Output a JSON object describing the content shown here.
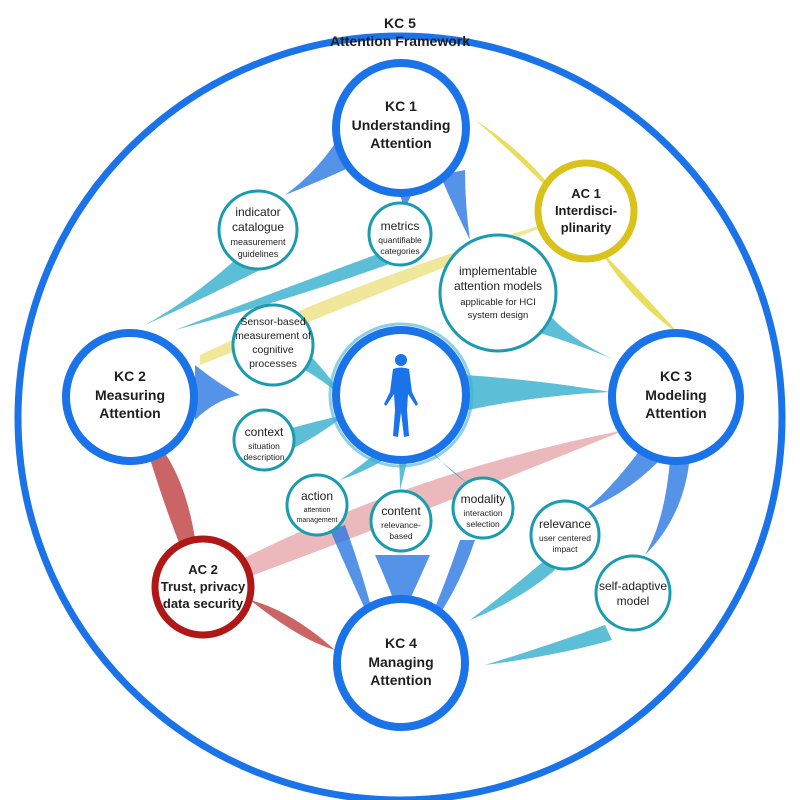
{
  "framework": {
    "title": "KC 5",
    "subtitle": "Attention Framework"
  },
  "key_components": [
    {
      "id": "kc1",
      "lines": [
        "KC 1",
        "Understanding",
        "Attention"
      ]
    },
    {
      "id": "kc2",
      "lines": [
        "KC 2",
        "Measuring",
        "Attention"
      ]
    },
    {
      "id": "kc3",
      "lines": [
        "KC 3",
        "Modeling",
        "Attention"
      ]
    },
    {
      "id": "kc4",
      "lines": [
        "KC 4",
        "Managing",
        "Attention"
      ]
    }
  ],
  "aspects": [
    {
      "id": "ac1",
      "lines": [
        "AC 1",
        "Interdisci-",
        "plinarity"
      ]
    },
    {
      "id": "ac2",
      "lines": [
        "AC 2",
        "Trust, privacy",
        "data security"
      ]
    }
  ],
  "topics": [
    {
      "id": "indicator",
      "main": [
        "indicator",
        "catalogue"
      ],
      "sub": [
        "measurement",
        "guidelines"
      ]
    },
    {
      "id": "metrics",
      "main": [
        "metrics"
      ],
      "sub": [
        "quantifiable",
        "categories"
      ]
    },
    {
      "id": "models",
      "main": [
        "implementable",
        "attention models"
      ],
      "sub": [
        "applicable for HCI",
        "system design"
      ]
    },
    {
      "id": "sensor",
      "main": [
        "Sensor-based",
        "measurement of",
        "cognitive",
        "processes"
      ],
      "sub": []
    },
    {
      "id": "context",
      "main": [
        "context"
      ],
      "sub": [
        "situation",
        "description"
      ]
    },
    {
      "id": "action",
      "main": [
        "action"
      ],
      "sub": [
        "attention",
        "management"
      ]
    },
    {
      "id": "content",
      "main": [
        "content"
      ],
      "sub": [
        "relevance-",
        "based"
      ]
    },
    {
      "id": "modality",
      "main": [
        "modality"
      ],
      "sub": [
        "interaction",
        "selection"
      ]
    },
    {
      "id": "relevance",
      "main": [
        "relevance"
      ],
      "sub": [
        "user centered",
        "impact"
      ]
    },
    {
      "id": "selfadaptive",
      "main": [
        "self-adaptive",
        "model"
      ],
      "sub": []
    }
  ],
  "center_icon": "human-figure-icon",
  "colors": {
    "frame": "#1a73e8",
    "kc_ring": "#1a73e8",
    "topic_ring": "#1a9bb0",
    "ac1": "#d9c21a",
    "ac2": "#b01818",
    "teal_fill": "#3fb3d0",
    "blue_fill": "#2a78e4",
    "yellow_fill": "#e6d640",
    "red_fill": "#c24a4a"
  }
}
